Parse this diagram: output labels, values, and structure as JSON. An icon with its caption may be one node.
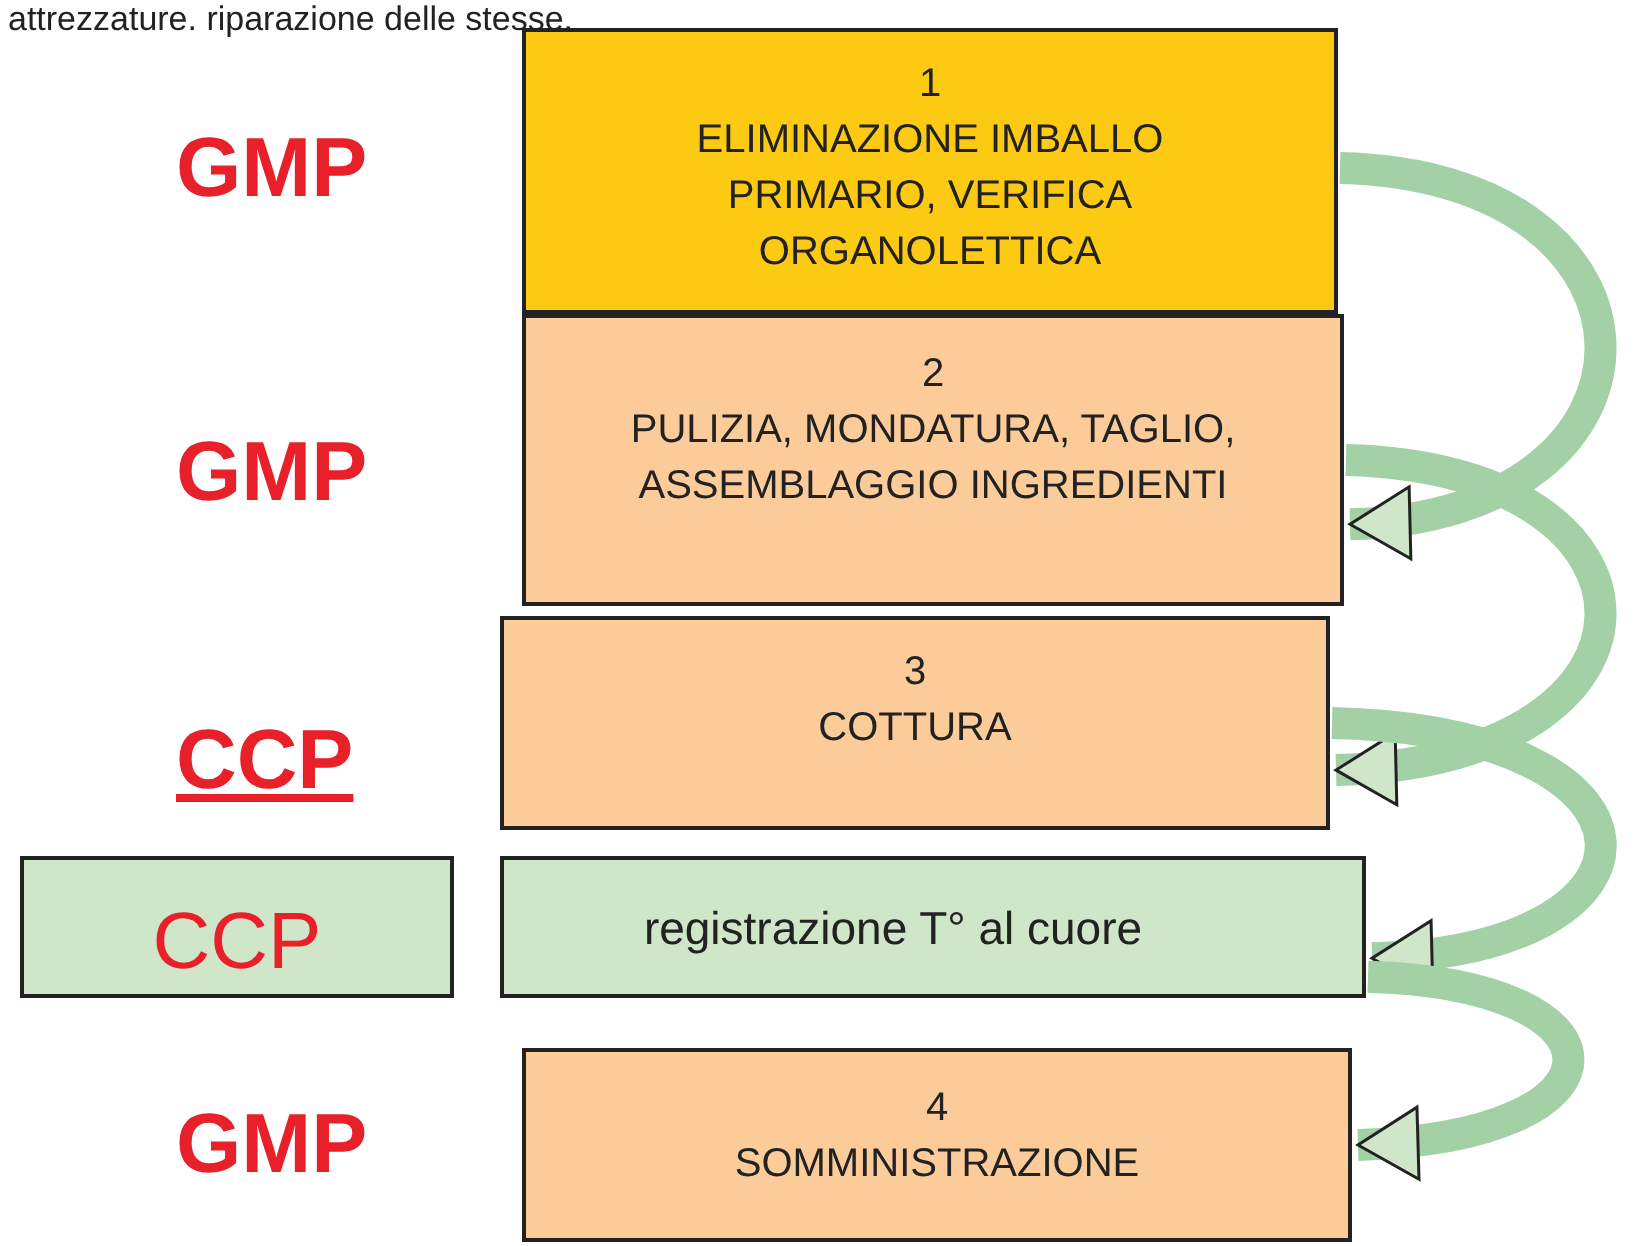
{
  "diagram": {
    "nodes": [
      {
        "text": [
          "1",
          "ELIMINAZIONE IMBALLO PRIMARIO, VERIFICA ORGANOLETTICA"
        ]
      },
      {
        "text": [
          "2",
          "PULIZIA, MONDATURA, TAGLIO, ASSEMBLAGGIO INGREDIENTI"
        ]
      },
      {
        "text": [
          "3",
          "COTTURA"
        ]
      },
      {
        "text": [
          "CCP"
        ]
      },
      {
        "text": [
          "registrazione T° al cuore"
        ]
      },
      {
        "text": [
          "4",
          "SOMMINISTRAZIONE"
        ]
      }
    ],
    "edges": [
      {
        "from": 0,
        "to": 1,
        "arrow": "to"
      },
      {
        "from": 1,
        "to": 2,
        "arrow": "to"
      },
      {
        "from": 2,
        "to": 4,
        "arrow": "to"
      },
      {
        "from": 4,
        "to": 5,
        "arrow": "to"
      }
    ],
    "labels": [
      "attrezzature. riparazione delle stesse.",
      "GMP",
      "GMP",
      "CCP",
      "GMP"
    ]
  }
}
